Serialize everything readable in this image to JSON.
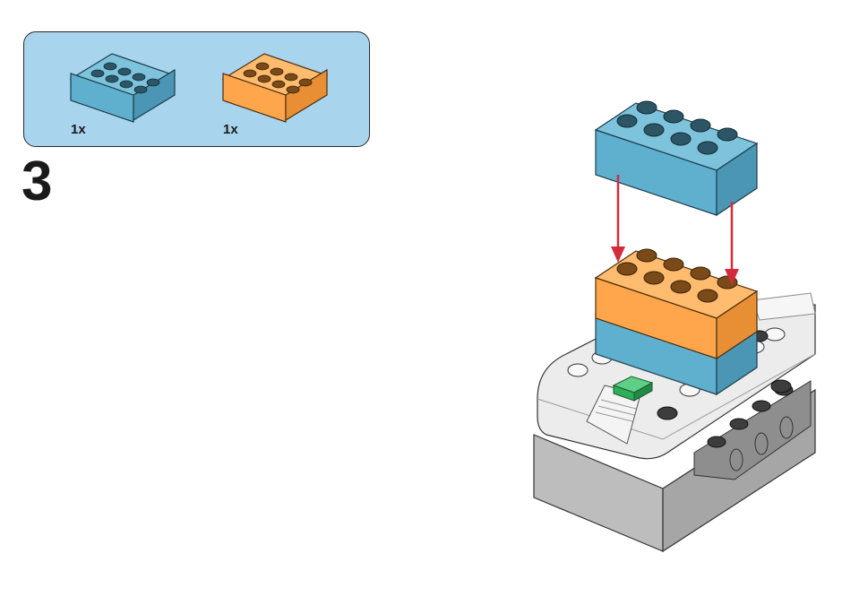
{
  "parts_list": [
    {
      "name": "blue-2x4-brick",
      "color": "#5fb0ce",
      "quantity": "1x"
    },
    {
      "name": "orange-2x4-brick",
      "color": "#ffa64d",
      "quantity": "1x"
    }
  ],
  "step": {
    "number": "3"
  },
  "colors": {
    "blue_brick": "#5fb0ce",
    "orange_brick": "#ffa64d",
    "panel": "#a9d4ee",
    "arrow": "#d42b3a",
    "hub_green_button": "#2fae5a",
    "hub_white": "#ececec",
    "hub_grey": "#bdbdbd",
    "connector_dark": "#3d3d3d"
  }
}
